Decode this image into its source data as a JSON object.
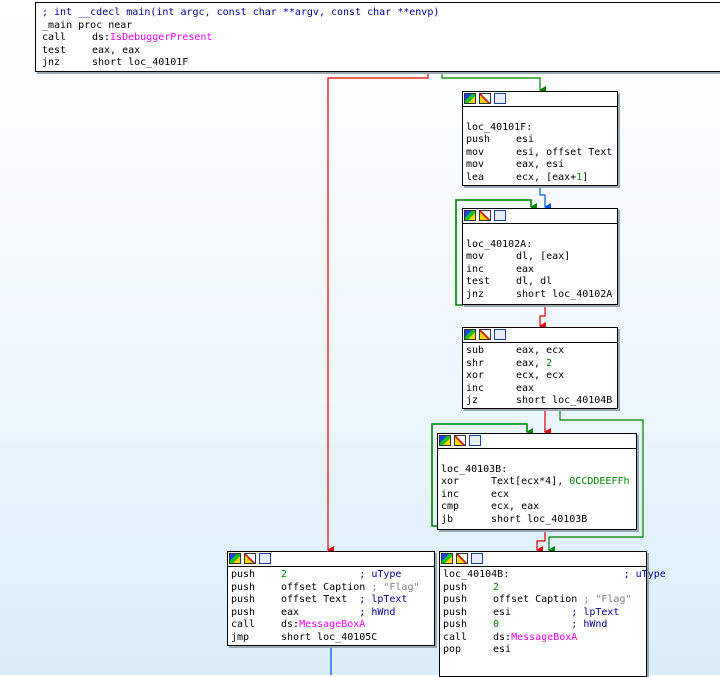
{
  "colors": {
    "true_edge": "#008000",
    "false_edge": "#e00000",
    "flow_edge": "#0050e0",
    "import": "#ff00ff",
    "number": "#008000",
    "comment": "#00008b",
    "string": "#808080"
  },
  "header_icons": [
    "graph-color-icon",
    "rename-icon",
    "graph-overview-icon"
  ],
  "nodes": [
    {
      "id": "main",
      "has_header": false,
      "lines": [
        {
          "t": "cm",
          "text": "; int __cdecl main(int argc, const char **argv, const char **envp)"
        },
        {
          "t": "lbl",
          "text": "_main proc near"
        },
        {
          "mn": "call",
          "parts": [
            [
              "op",
              "ds:"
            ],
            [
              "imp",
              "IsDebuggerPresent"
            ]
          ]
        },
        {
          "mn": "test",
          "parts": [
            [
              "op",
              "eax, eax"
            ]
          ]
        },
        {
          "mn": "jnz",
          "parts": [
            [
              "op",
              "short loc_40101F"
            ]
          ]
        }
      ]
    },
    {
      "id": "n40101F",
      "has_header": true,
      "lines": [
        {
          "t": "lbl",
          "text": ""
        },
        {
          "t": "lbl",
          "text": "loc_40101F:"
        },
        {
          "mn": "push",
          "parts": [
            [
              "op",
              "esi"
            ]
          ]
        },
        {
          "mn": "mov",
          "parts": [
            [
              "op",
              "esi, offset Text"
            ]
          ]
        },
        {
          "mn": "mov",
          "parts": [
            [
              "op",
              "eax, esi"
            ]
          ]
        },
        {
          "mn": "lea",
          "parts": [
            [
              "op",
              "ecx, [eax+"
            ],
            [
              "num",
              "1"
            ],
            [
              "op",
              "]"
            ]
          ]
        }
      ]
    },
    {
      "id": "n40102A",
      "has_header": true,
      "lines": [
        {
          "t": "lbl",
          "text": ""
        },
        {
          "t": "lbl",
          "text": "loc_40102A:"
        },
        {
          "mn": "mov",
          "parts": [
            [
              "op",
              "dl, [eax]"
            ]
          ]
        },
        {
          "mn": "inc",
          "parts": [
            [
              "op",
              "eax"
            ]
          ]
        },
        {
          "mn": "test",
          "parts": [
            [
              "op",
              "dl, dl"
            ]
          ]
        },
        {
          "mn": "jnz",
          "parts": [
            [
              "op",
              "short loc_40102A"
            ]
          ]
        }
      ]
    },
    {
      "id": "nsub",
      "has_header": true,
      "lines": [
        {
          "mn": "sub",
          "parts": [
            [
              "op",
              "eax, ecx"
            ]
          ]
        },
        {
          "mn": "shr",
          "parts": [
            [
              "op",
              "eax, "
            ],
            [
              "num",
              "2"
            ]
          ]
        },
        {
          "mn": "xor",
          "parts": [
            [
              "op",
              "ecx, ecx"
            ]
          ]
        },
        {
          "mn": "inc",
          "parts": [
            [
              "op",
              "eax"
            ]
          ]
        },
        {
          "mn": "jz",
          "parts": [
            [
              "op",
              "short loc_40104B"
            ]
          ]
        }
      ]
    },
    {
      "id": "n40103B",
      "has_header": true,
      "lines": [
        {
          "t": "lbl",
          "text": ""
        },
        {
          "t": "lbl",
          "text": "loc_40103B:"
        },
        {
          "mn": "xor",
          "parts": [
            [
              "op",
              "Text[ecx*4], "
            ],
            [
              "num",
              "0CCDDEEFFh"
            ]
          ]
        },
        {
          "mn": "inc",
          "parts": [
            [
              "op",
              "ecx"
            ]
          ]
        },
        {
          "mn": "cmp",
          "parts": [
            [
              "op",
              "ecx, eax"
            ]
          ]
        },
        {
          "mn": "jb",
          "parts": [
            [
              "op",
              "short loc_40103B"
            ]
          ]
        }
      ]
    },
    {
      "id": "nleft",
      "has_header": true,
      "lines": [
        {
          "mn": "push",
          "parts": [
            [
              "num",
              "2"
            ]
          ],
          "pad": 21,
          "cparts": [
            [
              "cm",
              "; uType"
            ]
          ]
        },
        {
          "mn": "push",
          "parts": [
            [
              "op",
              "offset Caption"
            ]
          ],
          "pad": 21,
          "cparts": [
            [
              "str",
              "; \"Flag\""
            ]
          ]
        },
        {
          "mn": "push",
          "parts": [
            [
              "op",
              "offset Text"
            ]
          ],
          "pad": 21,
          "cparts": [
            [
              "cm",
              "; lpText"
            ]
          ]
        },
        {
          "mn": "push",
          "parts": [
            [
              "op",
              "eax"
            ]
          ],
          "pad": 21,
          "cparts": [
            [
              "cm",
              "; hWnd"
            ]
          ]
        },
        {
          "mn": "call",
          "parts": [
            [
              "op",
              "ds:"
            ],
            [
              "imp",
              "MessageBoxA"
            ]
          ]
        },
        {
          "mn": "jmp",
          "parts": [
            [
              "op",
              "short loc_40105C"
            ]
          ]
        }
      ]
    },
    {
      "id": "nright",
      "has_header": true,
      "lines": [
        {
          "t": "lbl",
          "text": "loc_40104B:",
          "pad": 30,
          "cparts": [
            [
              "cm",
              "; uType"
            ]
          ]
        },
        {
          "mn": "push",
          "parts": [
            [
              "num",
              "2"
            ]
          ]
        },
        {
          "mn": "push",
          "parts": [
            [
              "op",
              "offset Caption"
            ]
          ],
          "pad": 21,
          "cparts": [
            [
              "str",
              "; \"Flag\""
            ]
          ]
        },
        {
          "mn": "push",
          "parts": [
            [
              "op",
              "esi"
            ]
          ],
          "pad": 21,
          "cparts": [
            [
              "cm",
              "; lpText"
            ]
          ]
        },
        {
          "mn": "push",
          "parts": [
            [
              "num",
              "0"
            ]
          ],
          "pad": 21,
          "cparts": [
            [
              "cm",
              "; hWnd"
            ]
          ]
        },
        {
          "mn": "call",
          "parts": [
            [
              "op",
              "ds:"
            ],
            [
              "imp",
              "MessageBoxA"
            ]
          ]
        },
        {
          "mn": "pop",
          "parts": [
            [
              "op",
              "esi"
            ]
          ]
        }
      ]
    }
  ]
}
